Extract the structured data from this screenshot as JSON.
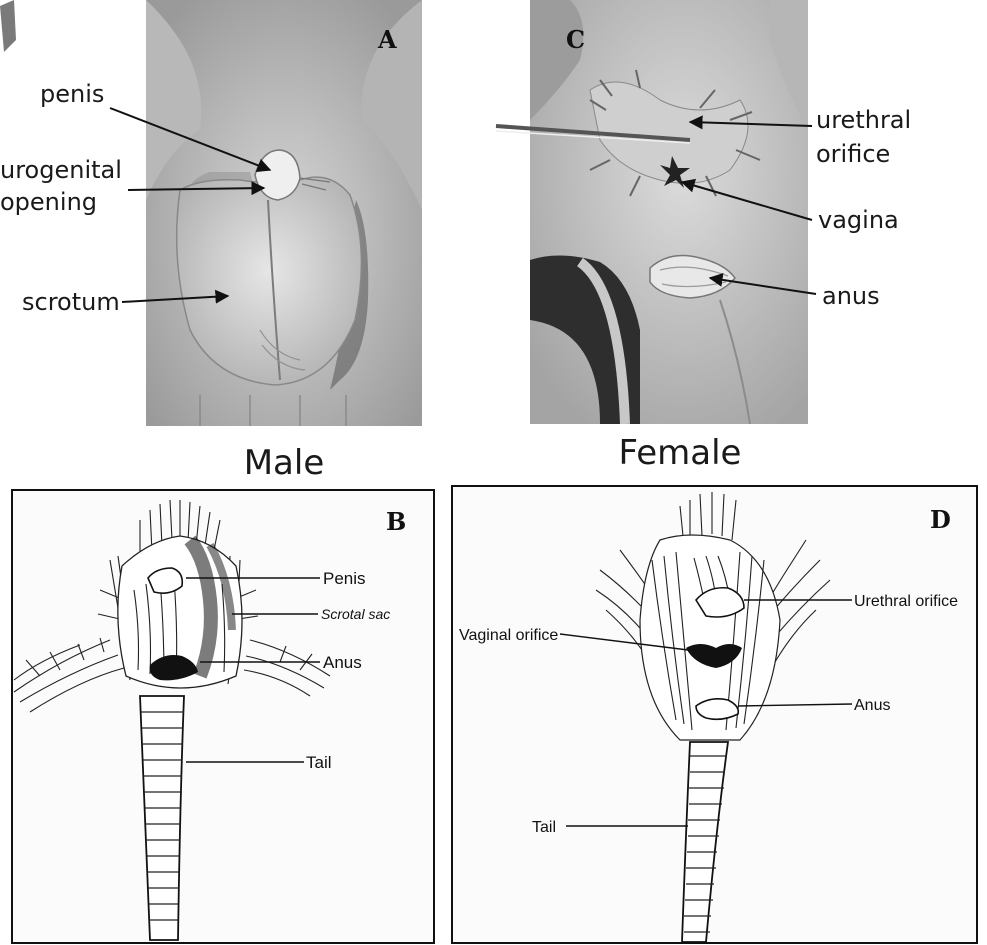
{
  "panels": {
    "A": {
      "letter": "A",
      "caption": "Male",
      "labels": {
        "penis": "penis",
        "urogenital_1": "urogenital",
        "urogenital_2": "opening",
        "scrotum": "scrotum"
      }
    },
    "C": {
      "letter": "C",
      "caption": "Female",
      "labels": {
        "urethral_1": "urethral",
        "urethral_2": "orifice",
        "vagina": "vagina",
        "anus": "anus"
      }
    },
    "B": {
      "letter": "B",
      "labels": {
        "penis": "Penis",
        "scrotal": "Scrotal sac",
        "anus": "Anus",
        "tail": "Tail"
      }
    },
    "D": {
      "letter": "D",
      "labels": {
        "urethral": "Urethral orifice",
        "vaginal": "Vaginal orifice",
        "anus": "Anus",
        "tail": "Tail"
      }
    }
  }
}
